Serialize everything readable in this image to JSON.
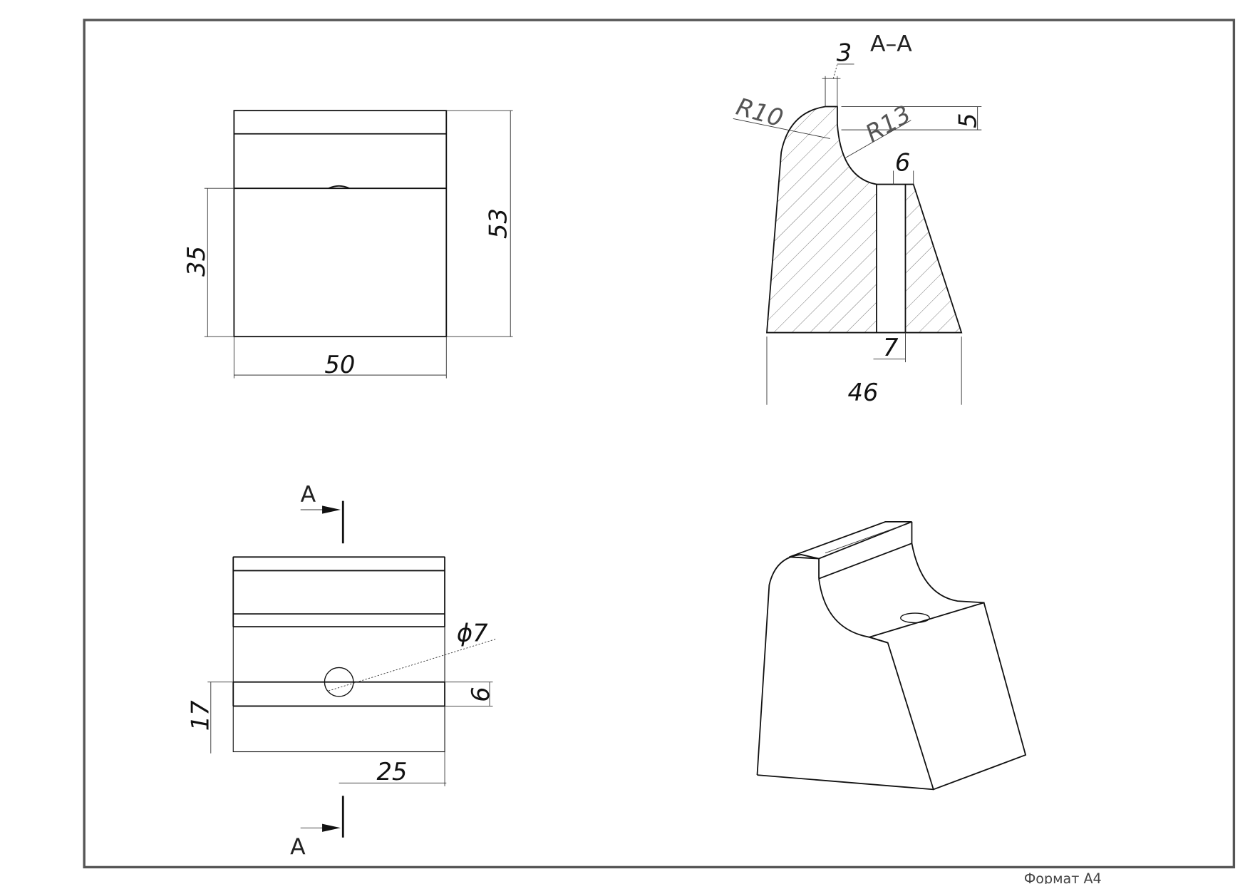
{
  "sheet": {
    "format_label": "Формат А4",
    "frame_color": "#555555"
  },
  "front_view": {
    "width_dim": "50",
    "height_dim": "53",
    "lower_height_dim": "35"
  },
  "section_view": {
    "title": "А–А",
    "dims": {
      "top_slot": "3",
      "depth": "5",
      "r_outer": "R10",
      "r_inner": "R13",
      "step": "6",
      "hole": "7",
      "base": "46"
    }
  },
  "top_view": {
    "hole_dim": "ϕ7",
    "strip_dim": "6",
    "offset_dim": "17",
    "half_dim": "25",
    "section_mark_top": "А",
    "section_mark_bottom": "А"
  }
}
